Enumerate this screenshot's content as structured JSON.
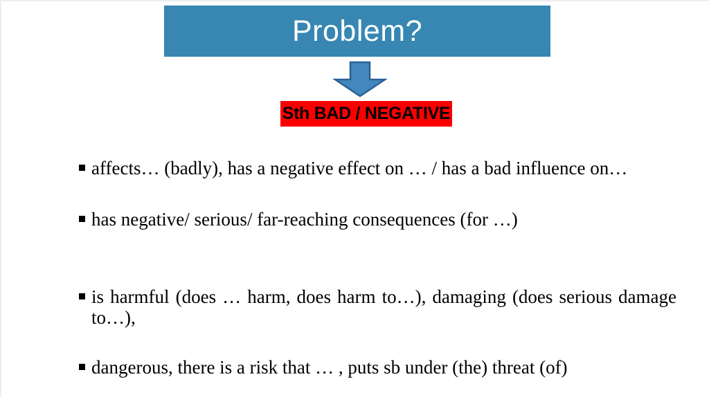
{
  "slide": {
    "title": "Problem?",
    "label": "Sth BAD / NEGATIVE",
    "bullets": [
      "affects… (badly), has a negative effect on … / has a bad influence on…",
      "has negative/ serious/ far-reaching consequences (for …)",
      "is harmful (does … harm, does harm to…), damaging (does serious damage to…),",
      "dangerous, there is a risk that … , puts sb under (the) threat (of)"
    ],
    "icons": {
      "arrow": "down-arrow",
      "bullet": "square-bullet"
    },
    "colors": {
      "title_bg": "#3787b2",
      "title_text": "#ffffff",
      "arrow_fill": "#4288bc",
      "arrow_border": "#2a6195",
      "label_bg": "#fb0000",
      "label_text": "#000000",
      "bullet_text": "#000000",
      "slide_bg": "#ffffff",
      "slide_edge": "#ededed"
    }
  }
}
